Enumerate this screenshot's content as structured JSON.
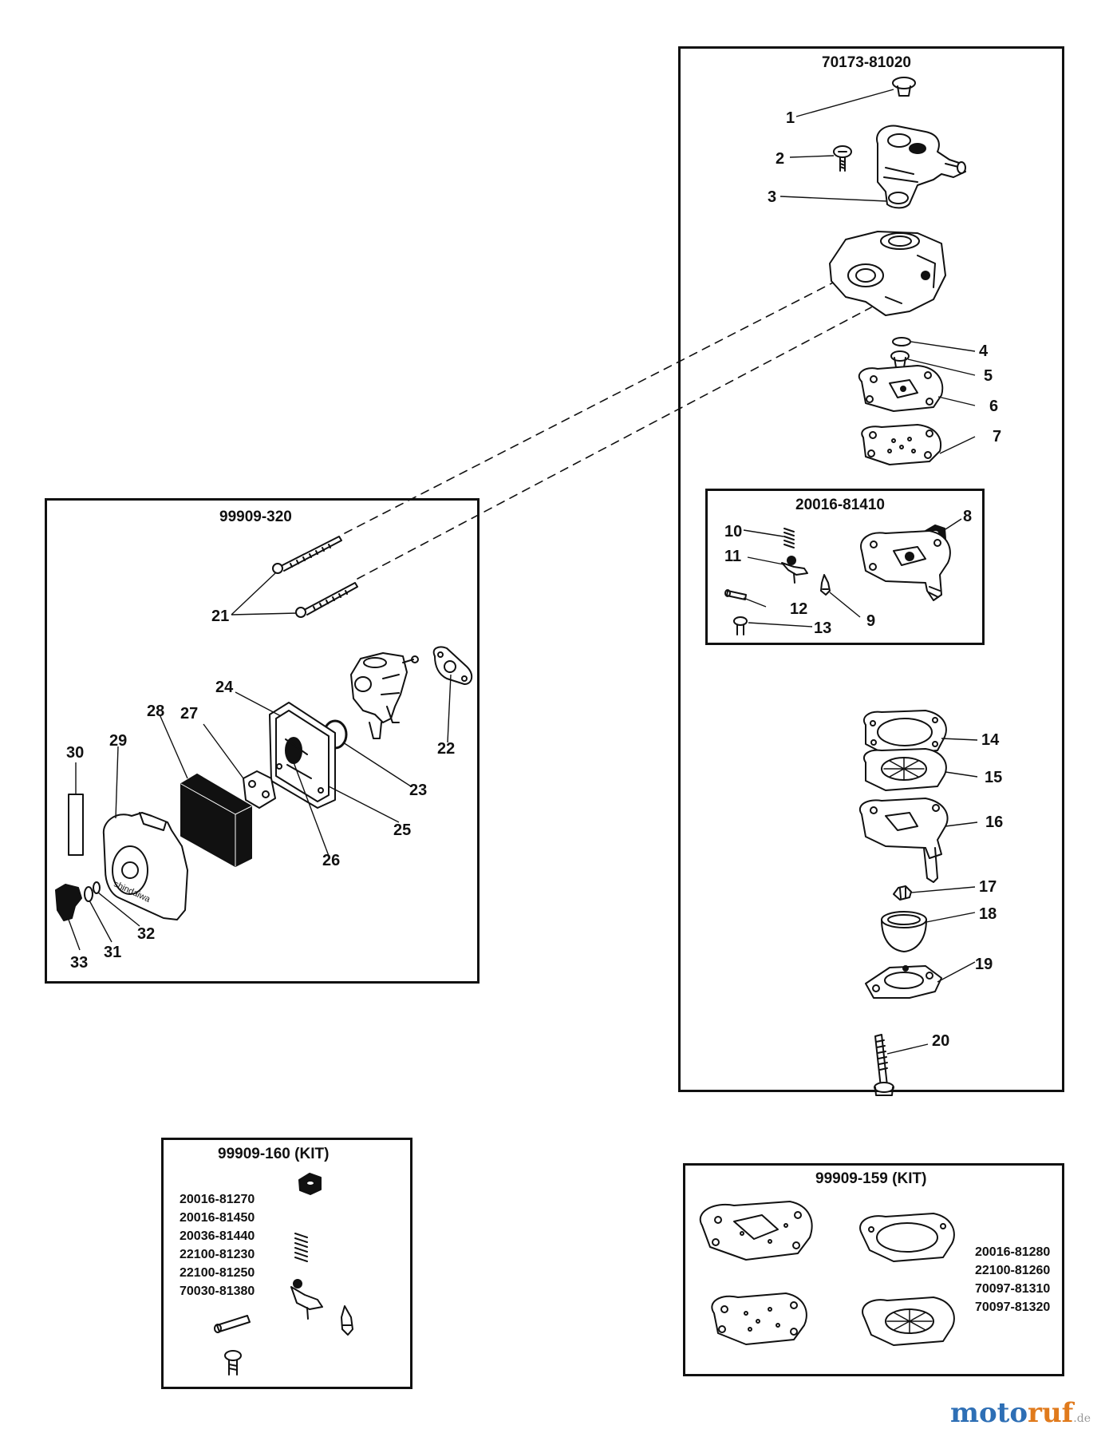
{
  "groups": {
    "main": {
      "title": "70173-81020"
    },
    "sub": {
      "title": "20016-81410"
    },
    "aircleaner": {
      "title": "99909-320"
    },
    "kit160": {
      "title": "99909-160 (KIT)",
      "parts": [
        "20016-81270",
        "20016-81450",
        "20036-81440",
        "22100-81230",
        "22100-81250",
        "70030-81380"
      ]
    },
    "kit159": {
      "title": "99909-159 (KIT)",
      "parts": [
        "20016-81280",
        "22100-81260",
        "70097-81310",
        "70097-81320"
      ]
    }
  },
  "callouts": [
    "1",
    "2",
    "3",
    "4",
    "5",
    "6",
    "7",
    "8",
    "9",
    "10",
    "11",
    "12",
    "13",
    "14",
    "15",
    "16",
    "17",
    "18",
    "19",
    "20",
    "21",
    "22",
    "23",
    "24",
    "25",
    "26",
    "27",
    "28",
    "29",
    "30",
    "31",
    "32",
    "33"
  ],
  "watermark": {
    "brand_a": "moto",
    "brand_b": "ruf",
    "suffix": ".de",
    "color_a": "#2e6fb5",
    "color_b": "#e07a1c"
  }
}
